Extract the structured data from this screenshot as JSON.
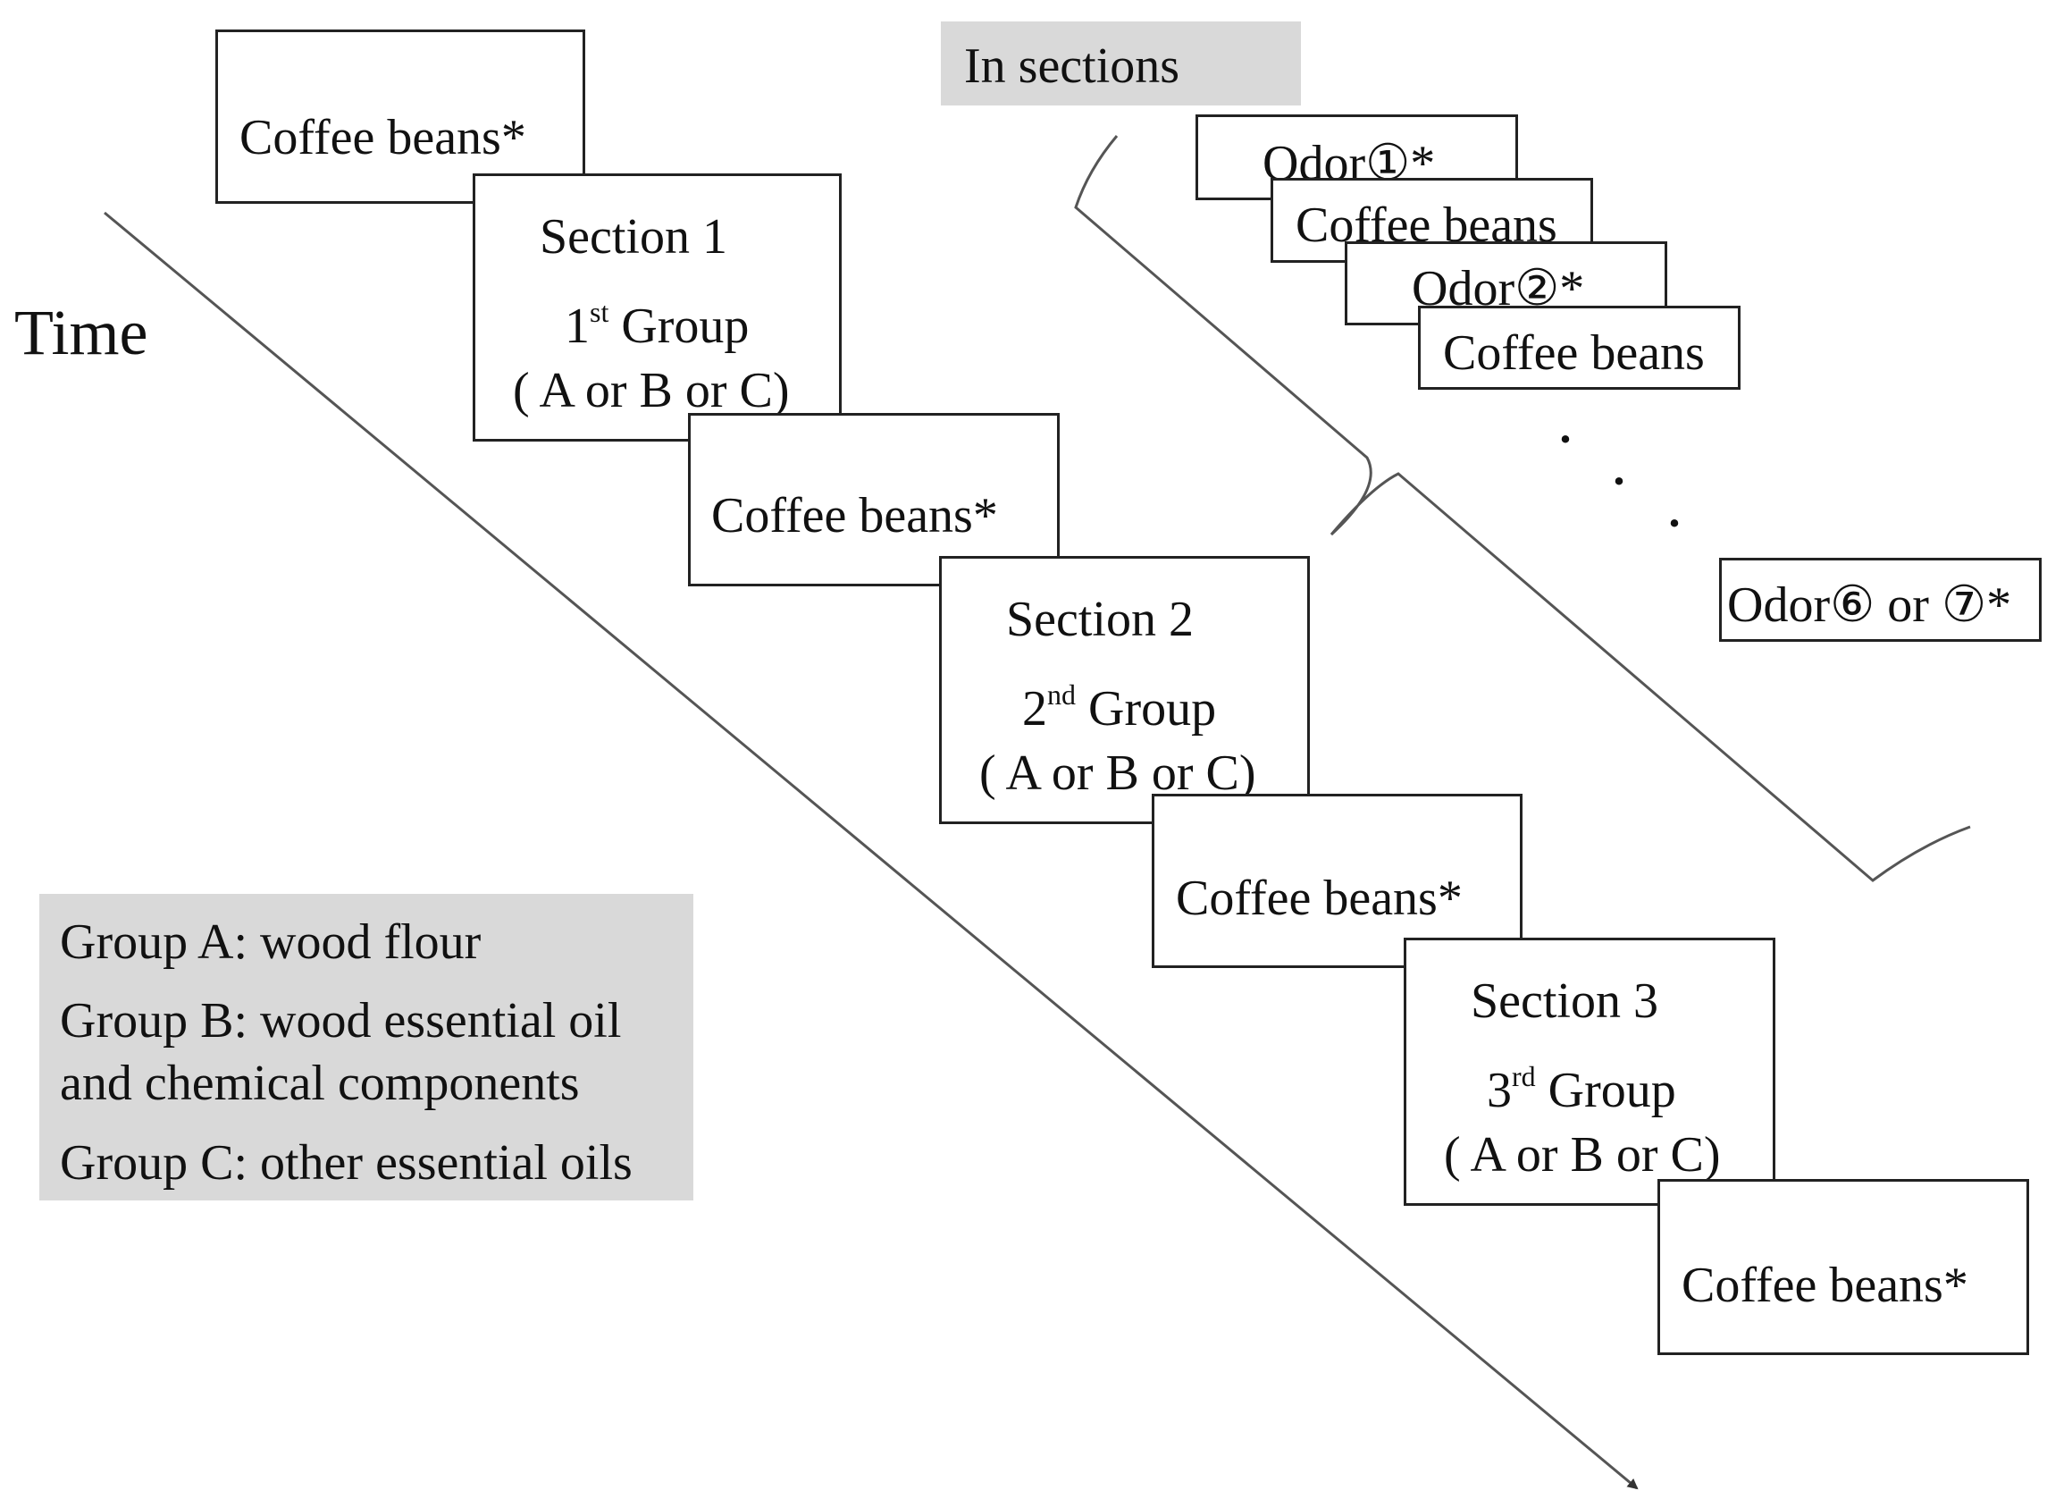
{
  "time_label": "Time",
  "in_sections_label": "In sections",
  "steps": [
    {
      "label": "Coffee beans*"
    },
    {
      "section": "Section 1",
      "group_num": "1",
      "group_sup": "st",
      "group_word": "Group",
      "options": "( A or B or C)"
    },
    {
      "label": "Coffee beans*"
    },
    {
      "section": "Section 2",
      "group_num": "2",
      "group_sup": "nd",
      "group_word": "Group",
      "options": "( A or B or C)"
    },
    {
      "label": "Coffee beans*"
    },
    {
      "section": "Section 3",
      "group_num": "3",
      "group_sup": "rd",
      "group_word": "Group",
      "options": "( A or B or C)"
    },
    {
      "label": "Coffee beans*"
    }
  ],
  "section_detail": [
    {
      "label": "Odor①*"
    },
    {
      "label": "Coffee beans"
    },
    {
      "label": "Odor②*"
    },
    {
      "label": "Coffee beans"
    },
    {
      "label": "Odor⑥ or ⑦*"
    }
  ],
  "ellipsis": [
    "·",
    "·",
    "·"
  ],
  "legend": {
    "group_a": "Group A: wood flour",
    "group_b_line1": "Group B: wood essential oil",
    "group_b_line2": "and chemical components",
    "group_c": "Group C: other essential oils"
  }
}
